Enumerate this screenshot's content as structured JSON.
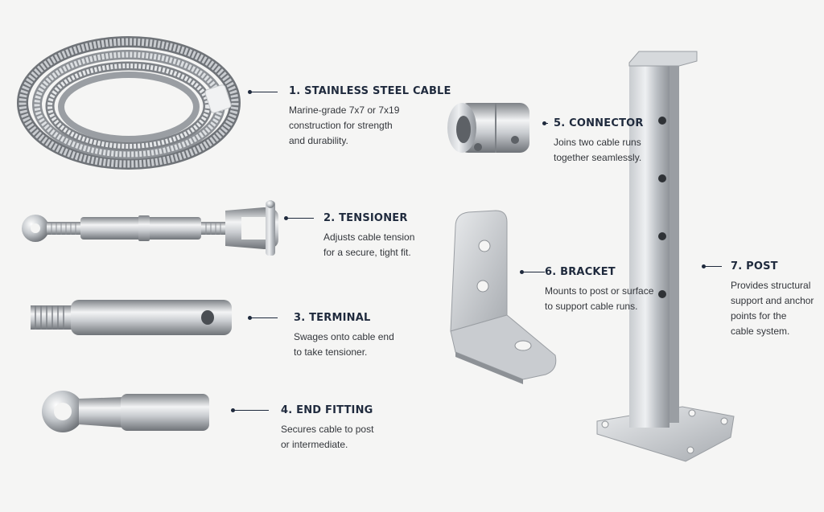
{
  "colors": {
    "background": "#f5f5f4",
    "heading": "#1f2a3d",
    "body_text": "#33363b",
    "steel_light": "#e6e8ea",
    "steel_dark": "#8d9196"
  },
  "components": [
    {
      "name": "cable",
      "title": "1. STAINLESS STEEL CABLE",
      "description": [
        "Marine-grade 7x7 or 7x19",
        "construction for strength",
        "and durability."
      ]
    },
    {
      "name": "tensioner",
      "title": "2. TENSIONER",
      "description": [
        "Adjusts cable tension",
        "for a secure, tight fit."
      ]
    },
    {
      "name": "terminal",
      "title": "3. TERMINAL",
      "description": [
        "Swages onto cable end",
        "to take tensioner."
      ]
    },
    {
      "name": "end-fitting",
      "title": "4. END FITTING",
      "description": [
        "Secures cable to post",
        "or intermediate."
      ]
    },
    {
      "name": "connector",
      "title": "5. CONNECTOR",
      "description": [
        "Joins two cable runs",
        "together seamlessly."
      ]
    },
    {
      "name": "bracket",
      "title": "6. BRACKET",
      "description": [
        "Mounts to post or surface",
        "to support cable runs."
      ]
    },
    {
      "name": "post",
      "title": "7. POST",
      "description": [
        "Provides structural",
        "support and anchor",
        "points for the",
        "cable system."
      ]
    }
  ]
}
